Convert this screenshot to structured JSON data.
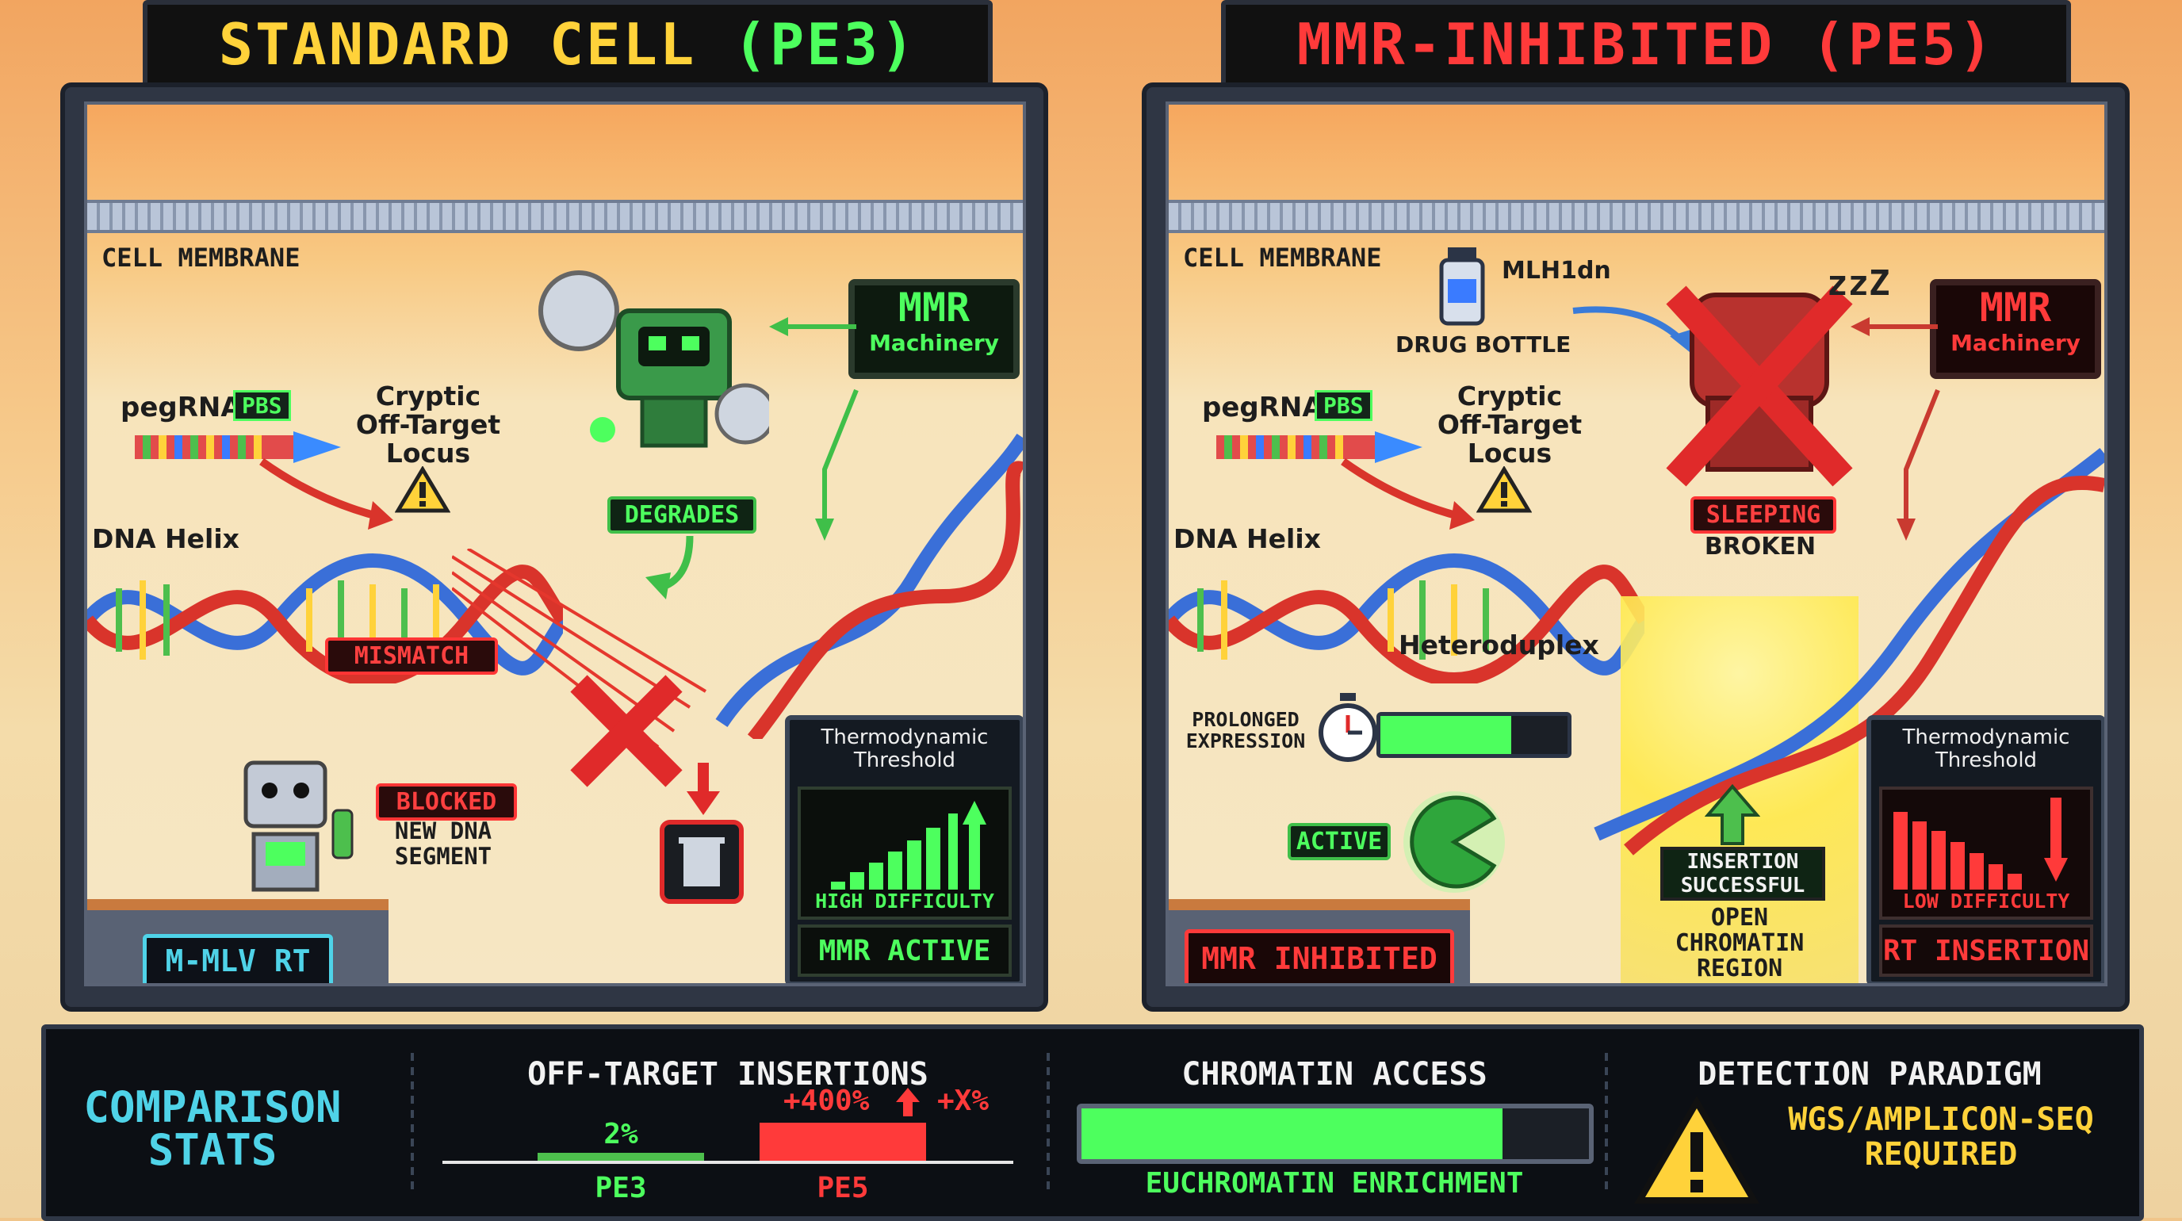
{
  "left_panel": {
    "title": "STANDARD CELL (PE3)",
    "cell_membrane": "CELL MEMBRANE",
    "pegrna": "pegRNA",
    "pbs": "PBS",
    "cryptic": "Cryptic\nOff-Target\nLocus",
    "dna_helix": "DNA Helix",
    "mismatch": "MISMATCH",
    "degrades": "DEGRADES",
    "mmr_title": "MMR",
    "mmr_sub": "Machinery",
    "blocked": "BLOCKED",
    "new_dna": "NEW DNA\nSEGMENT",
    "rt_label": "M-MLV RT",
    "threshold_title": "Thermodynamic\nThreshold",
    "threshold_level": "HIGH DIFFICULTY",
    "status": "MMR ACTIVE"
  },
  "right_panel": {
    "title": "MMR-INHIBITED (PE5)",
    "cell_membrane": "CELL MEMBRANE",
    "drug": "MLH1dn",
    "drug_bottle": "DRUG BOTTLE",
    "zzz": "zzZ",
    "pegrna": "pegRNA",
    "pbs": "PBS",
    "cryptic": "Cryptic\nOff-Target\nLocus",
    "dna_helix": "DNA Helix",
    "heteroduplex": "Heteroduplex",
    "mmr_title": "MMR",
    "mmr_sub": "Machinery",
    "sleeping": "SLEEPING",
    "broken": "BROKEN",
    "prolonged": "PROLONGED\nEXPRESSION",
    "active": "ACTIVE",
    "insertion": "INSERTION\nSUCCESSFUL",
    "open_chromatin": "OPEN\nCHROMATIN\nREGION",
    "status_left": "MMR INHIBITED",
    "threshold_title": "Thermodynamic\nThreshold",
    "threshold_level": "LOW DIFFICULTY",
    "status": "RT INSERTION"
  },
  "stats": {
    "heading": "COMPARISON\nSTATS",
    "offtarget": {
      "title": "OFF-TARGET INSERTIONS",
      "pe3_value": "2%",
      "pe5_value": "+400%",
      "pe5_extra": "+X%",
      "pe3_label": "PE3",
      "pe5_label": "PE5"
    },
    "chromatin": {
      "title": "CHROMATIN ACCESS",
      "fill_fraction": 0.83,
      "caption": "EUCHROMATIN ENRICHMENT"
    },
    "detection": {
      "title": "DETECTION PARADIGM",
      "text": "WGS/AMPLICON-SEQ\nREQUIRED"
    }
  },
  "colors": {
    "green": "#4dff5e",
    "red": "#ff3a3a",
    "cyan": "#4fd3e8",
    "yellow": "#ffd23a"
  }
}
